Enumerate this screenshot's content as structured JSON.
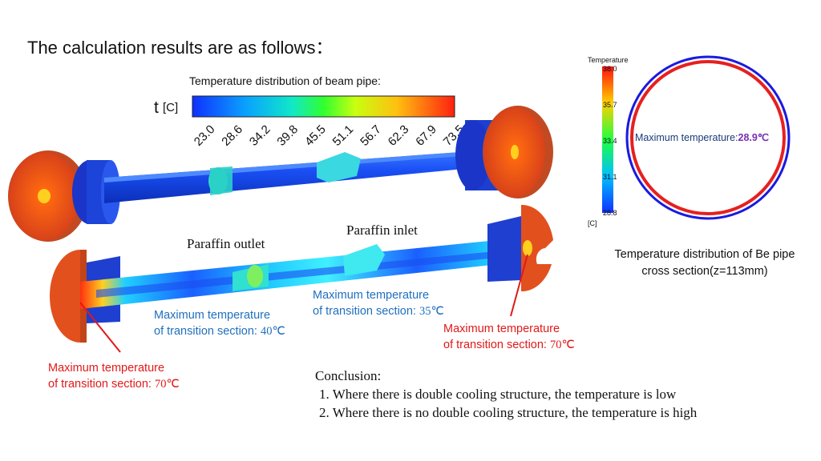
{
  "title": "The calculation results are as follows：",
  "beam_pipe_caption": "Temperature distribution of beam pipe:",
  "main_legend": {
    "label": "t",
    "unit": "[C]",
    "ticks": [
      "23.0",
      "28.6",
      "34.2",
      "39.8",
      "45.5",
      "51.1",
      "56.7",
      "62.3",
      "67.9",
      "73.5"
    ]
  },
  "labels": {
    "paraffin_inlet": "Paraffin inlet",
    "paraffin_outlet": "Paraffin outlet"
  },
  "annotations": {
    "middle": {
      "line1": "Maximum temperature",
      "line2_text": "of transition section: ",
      "line2_value": "35℃"
    },
    "left_blue": {
      "line1": "Maximum temperature",
      "line2_text": "of transition section: ",
      "line2_value": "40℃"
    },
    "right_red": {
      "line1": "Maximum temperature",
      "line2_text": "of transition section: ",
      "line2_value": "70℃"
    },
    "left_red": {
      "line1": "Maximum temperature",
      "line2_text": "of transition section: ",
      "line2_value": "70℃"
    }
  },
  "cross_section": {
    "legend_title": "Temperature",
    "legend_ticks": [
      "38.0",
      "35.7",
      "33.4",
      "31.1",
      "28.8"
    ],
    "legend_unit": "[C]",
    "max_label": "Maximum temperature:",
    "max_value": "28.9℃",
    "caption_line1": "Temperature distribution of Be pipe",
    "caption_line2": "cross section(z=113mm)"
  },
  "conclusion": {
    "heading": "Conclusion:",
    "item1": "1. Where there is double cooling structure, the temperature is low",
    "item2": "2. Where there is no double cooling structure, the temperature is high"
  },
  "colors": {
    "accent_blue": "#1f6fbf",
    "accent_red": "#e11919",
    "ring_outer": "#1a1adf",
    "ring_inner": "#e62020",
    "max_value": "#7a2fb0"
  }
}
